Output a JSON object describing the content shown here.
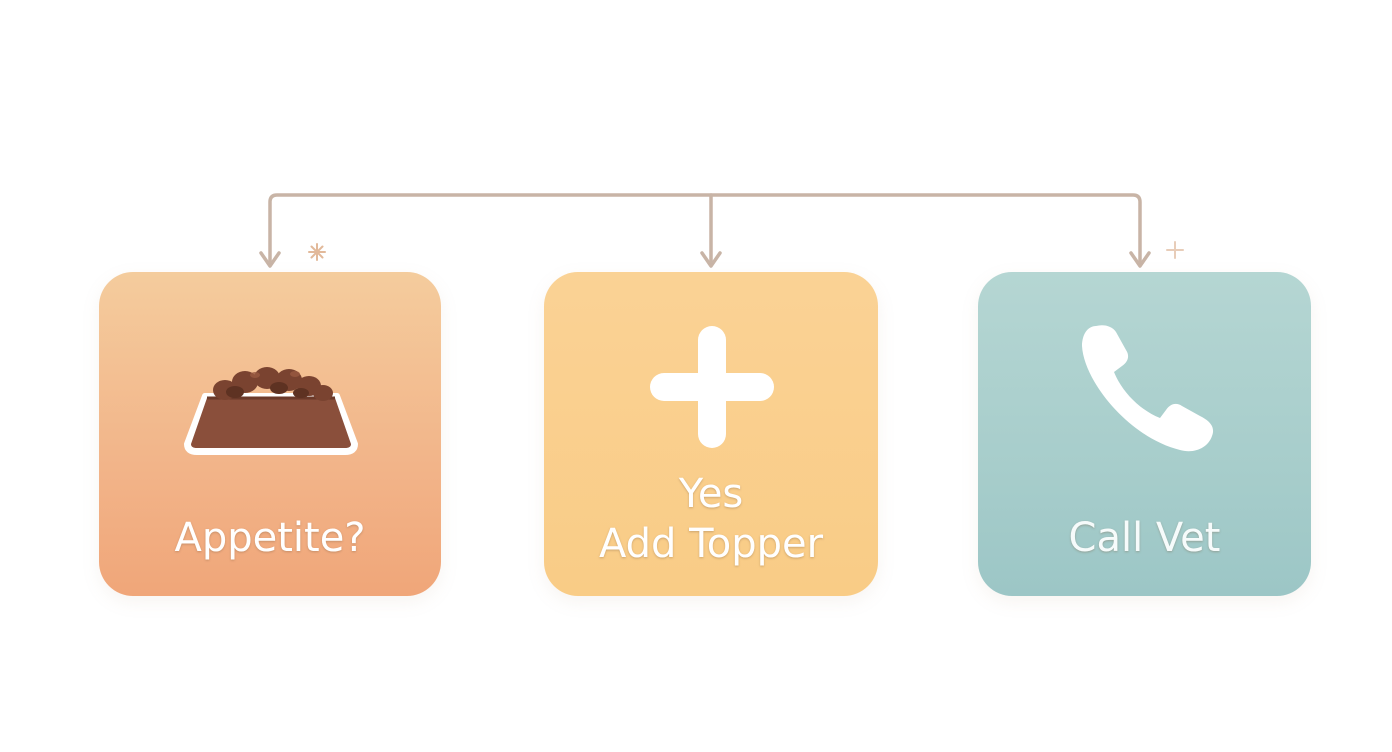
{
  "nodes": {
    "appetite": {
      "label": "Appetite?",
      "icon": "food-bowl-icon",
      "color": "#f2b489"
    },
    "topper": {
      "label_line1": "Yes",
      "label_line2": "Add Topper",
      "icon": "plus-icon",
      "color": "#f9cc86"
    },
    "vet": {
      "label": "Call Vet",
      "icon": "phone-icon",
      "color": "#a7cdcb"
    }
  },
  "connector_color": "#c8b4a6"
}
